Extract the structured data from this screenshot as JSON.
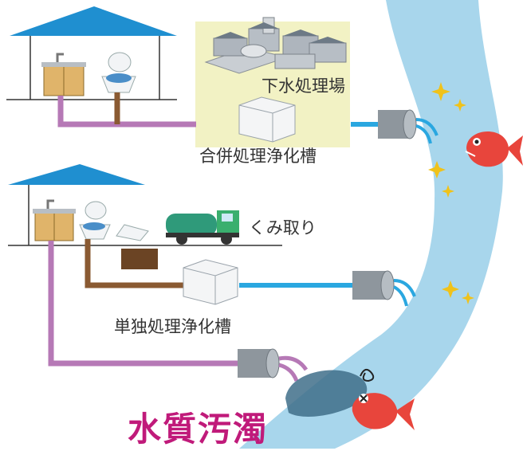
{
  "labels": {
    "sewage_plant": "下水処理場",
    "combined_tank": "合併処理浄化槽",
    "pumping": "くみ取り",
    "single_tank": "単独処理浄化槽",
    "pollution": "水質汚濁"
  },
  "colors": {
    "river": "#a8d6ec",
    "roof": "#1f8fd0",
    "gray_water_pipe": "#b679b6",
    "black_water_pipe": "#8a5a32",
    "treated_pipe": "#2aa7e0",
    "plant_bg": "#f2f2c4",
    "title": "#c01a7a",
    "fish": "#e8453c"
  },
  "icons": [
    "sparkle-icon",
    "fish-happy-icon",
    "fish-dizzy-icon",
    "vacuum-truck-icon"
  ]
}
